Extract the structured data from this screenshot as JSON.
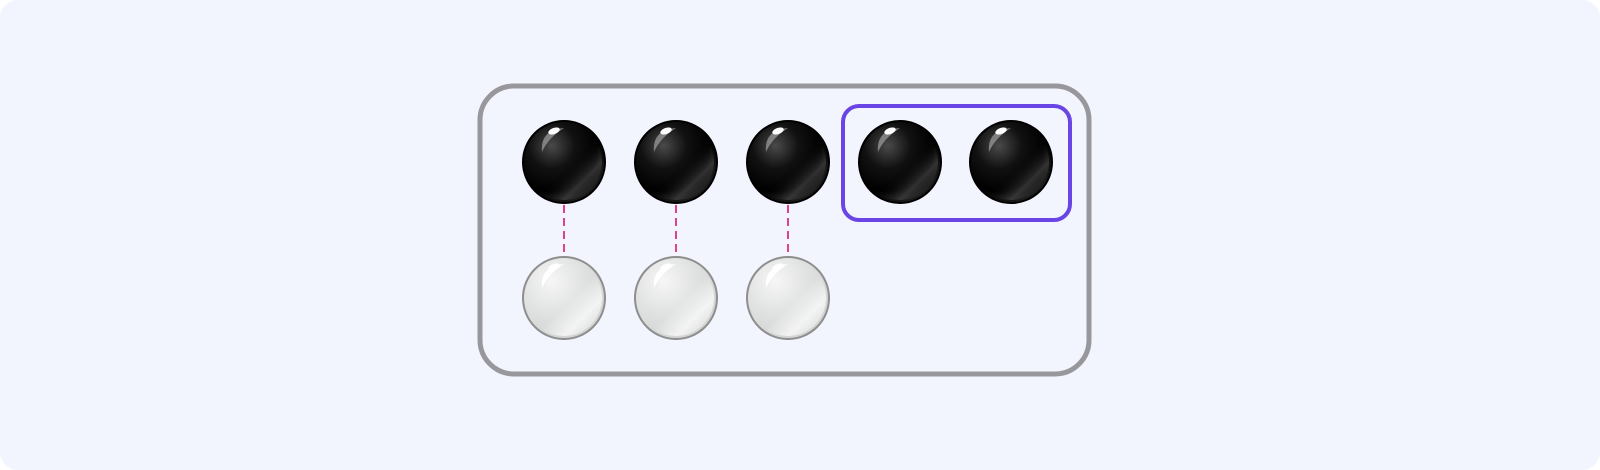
{
  "diagram": {
    "description_free": true,
    "top_row": [
      {
        "id": "black-1",
        "color": "black",
        "paired": true
      },
      {
        "id": "black-2",
        "color": "black",
        "paired": true
      },
      {
        "id": "black-3",
        "color": "black",
        "paired": true
      },
      {
        "id": "black-4",
        "color": "black",
        "paired": false
      },
      {
        "id": "black-5",
        "color": "black",
        "paired": false
      }
    ],
    "bottom_row": [
      {
        "id": "white-1",
        "color": "white"
      },
      {
        "id": "white-2",
        "color": "white"
      },
      {
        "id": "white-3",
        "color": "white"
      }
    ],
    "colors": {
      "background": "#f2f4fe",
      "frame": "#98989c",
      "highlight": "#6a45e6",
      "connector": "#e0418f",
      "black_counter": "#000000",
      "white_counter": "#e2e3e3"
    },
    "counts": {
      "black": 5,
      "white": 3,
      "unpaired": 2
    }
  }
}
